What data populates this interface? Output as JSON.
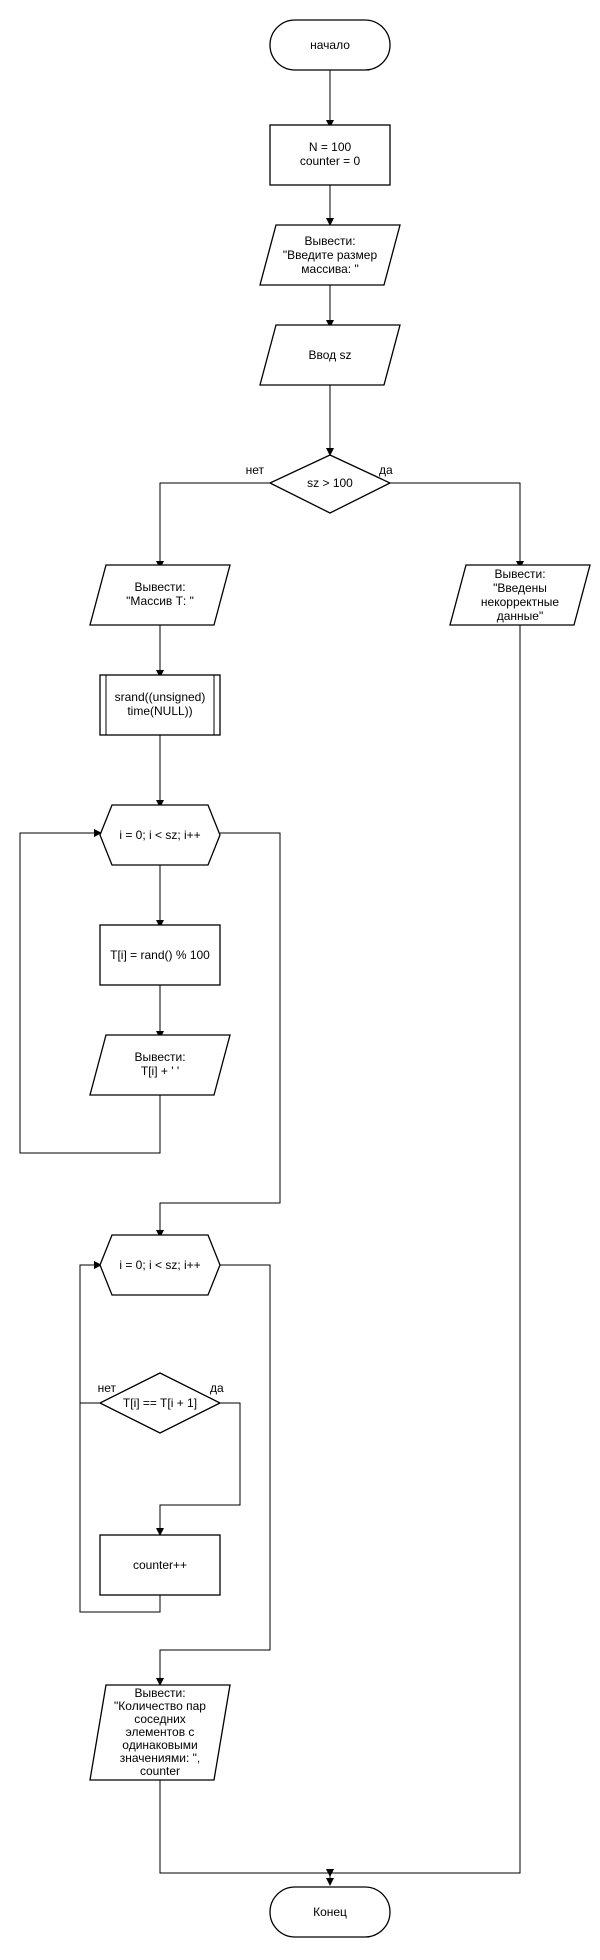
{
  "nodes": {
    "start": [
      "начало"
    ],
    "init": [
      "N = 100",
      "counter = 0"
    ],
    "prompt": [
      "Вывести:",
      "\"Введите размер",
      "массива: \""
    ],
    "input": [
      "Ввод sz"
    ],
    "check": [
      "sz > 100"
    ],
    "out_array": [
      "Вывести:",
      "\"Массив Т: \""
    ],
    "error": [
      "Вывести:",
      "\"Введены",
      "некорректные",
      "данные\""
    ],
    "srand": [
      "srand((unsigned)",
      "time(NULL))"
    ],
    "loop1": [
      "i = 0; i < sz; i++"
    ],
    "assign": [
      "T[i] = rand() % 100"
    ],
    "out_elem": [
      "Вывести:",
      "T[i] + ' '"
    ],
    "loop2": [
      "i = 0; i < sz; i++"
    ],
    "compare": [
      "T[i] == T[i + 1]"
    ],
    "increment": [
      "counter++"
    ],
    "result": [
      "Вывести:",
      "\"Количество пар",
      "соседних",
      "элементов с",
      "одинаковыми",
      "значениями: \",",
      "counter"
    ],
    "end": [
      "Конец"
    ]
  },
  "branch_labels": {
    "check_no": "нет",
    "check_yes": "да",
    "compare_no": "нет",
    "compare_yes": "да"
  }
}
